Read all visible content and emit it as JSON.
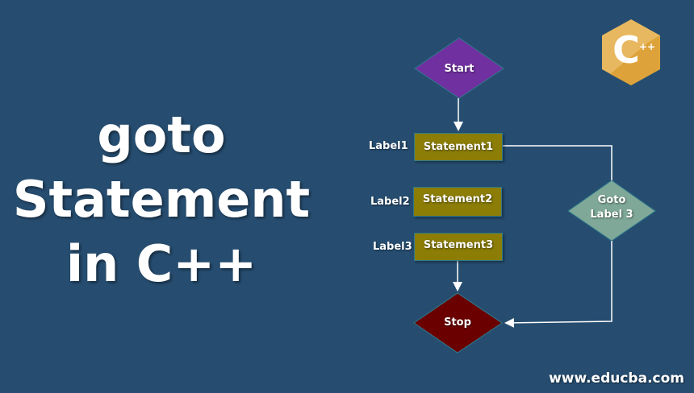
{
  "title": {
    "line1": "goto",
    "line2": "Statement",
    "line3": "in C++"
  },
  "flowchart": {
    "start": {
      "label": "Start",
      "color": "#7030a0"
    },
    "statements": [
      {
        "label_name": "Label1",
        "text": "Statement1"
      },
      {
        "label_name": "Label2",
        "text": "Statement2"
      },
      {
        "label_name": "Label3",
        "text": "Statement3"
      }
    ],
    "goto": {
      "line1": "Goto",
      "line2": "Label 3",
      "color": "#7fa899"
    },
    "stop": {
      "label": "Stop",
      "color": "#6b0000"
    },
    "statement_color": "#8b7d06"
  },
  "logo": {
    "text": "C",
    "superscript": "++",
    "color": "#e2a93b"
  },
  "footer": {
    "url": "www.educba.com"
  }
}
